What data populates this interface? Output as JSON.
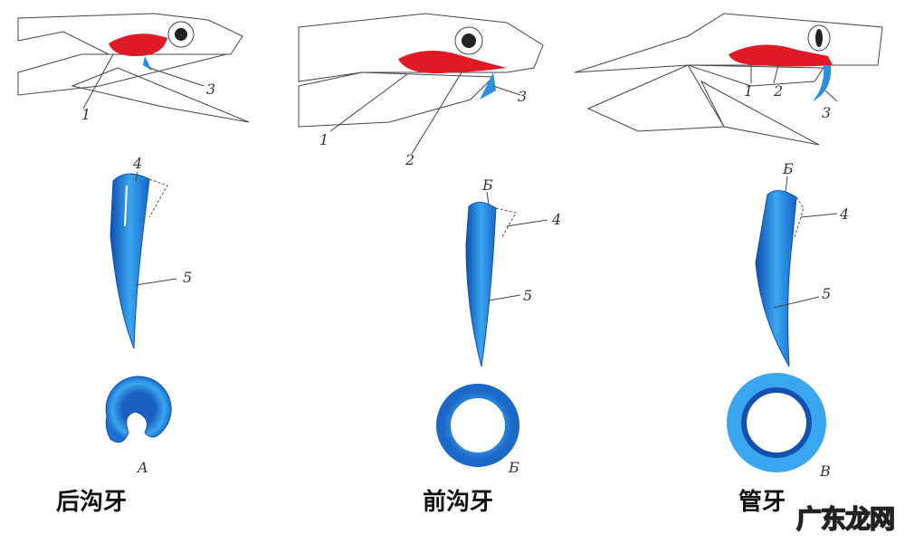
{
  "colors": {
    "venom_gland": "#e01a24",
    "fang": "#2a8fe0",
    "fang_dark": "#0d4fb0",
    "outline": "#444444"
  },
  "panels": [
    {
      "caption": "后沟牙",
      "head_labels": [
        "1",
        "3"
      ],
      "fang_labels": [
        "4",
        "5"
      ],
      "section_label": "A"
    },
    {
      "caption": "前沟牙",
      "head_labels": [
        "1",
        "2",
        "3"
      ],
      "fang_labels": [
        "Б",
        "4",
        "5"
      ],
      "section_label": "Б"
    },
    {
      "caption": "管牙",
      "head_labels": [
        "1",
        "2",
        "3"
      ],
      "fang_labels": [
        "Б",
        "4",
        "5"
      ],
      "section_label": "B"
    }
  ],
  "watermark": "广东龙网"
}
